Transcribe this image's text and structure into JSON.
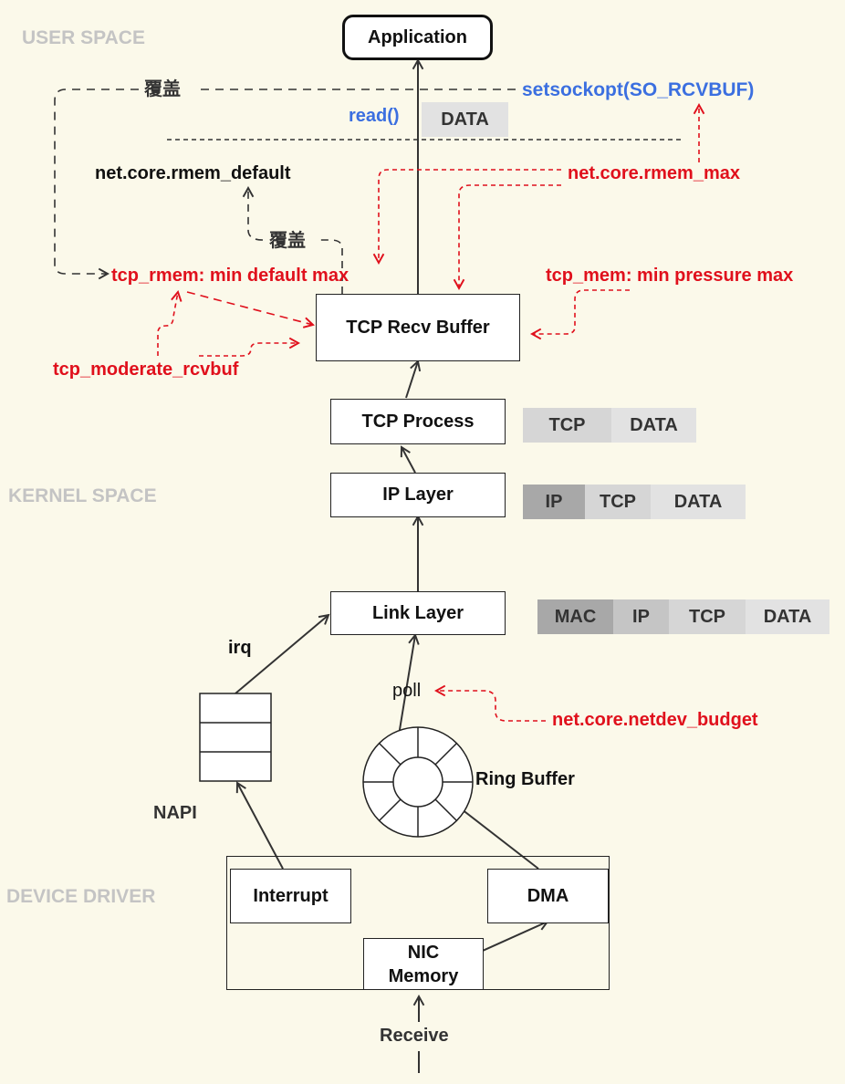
{
  "sections": {
    "user_space": "USER SPACE",
    "kernel_space": "KERNEL SPACE",
    "device_driver": "DEVICE DRIVER"
  },
  "boxes": {
    "application": "Application",
    "tcp_recv_buffer": "TCP Recv Buffer",
    "tcp_process": "TCP Process",
    "ip_layer": "IP Layer",
    "link_layer": "Link Layer",
    "interrupt": "Interrupt",
    "dma": "DMA",
    "nic_memory_line1": "NIC",
    "nic_memory_line2": "Memory"
  },
  "labels": {
    "setsockopt": "setsockopt(SO_RCVBUF)",
    "read": "read()",
    "override_top": "覆盖",
    "override_mid": "覆盖",
    "rmem_default": "net.core.rmem_default",
    "rmem_max": "net.core.rmem_max",
    "tcp_rmem": "tcp_rmem: min default max",
    "tcp_mem": "tcp_mem: min pressure max",
    "tcp_moderate_rcvbuf": "tcp_moderate_rcvbuf",
    "irq": "irq",
    "poll": "poll",
    "netdev_budget": "net.core.netdev_budget",
    "ring_buffer": "Ring Buffer",
    "napi": "NAPI",
    "receive": "Receive"
  },
  "headers": {
    "user": [
      "DATA"
    ],
    "tcp_process": [
      "TCP",
      "DATA"
    ],
    "ip_layer": [
      "IP",
      "TCP",
      "DATA"
    ],
    "link_layer": [
      "MAC",
      "IP",
      "TCP",
      "DATA"
    ]
  },
  "colors": {
    "background": "#fbf9ea",
    "config_red": "#e0101c",
    "api_blue": "#3b6fe0",
    "section_gray": "#c4c4c4"
  }
}
